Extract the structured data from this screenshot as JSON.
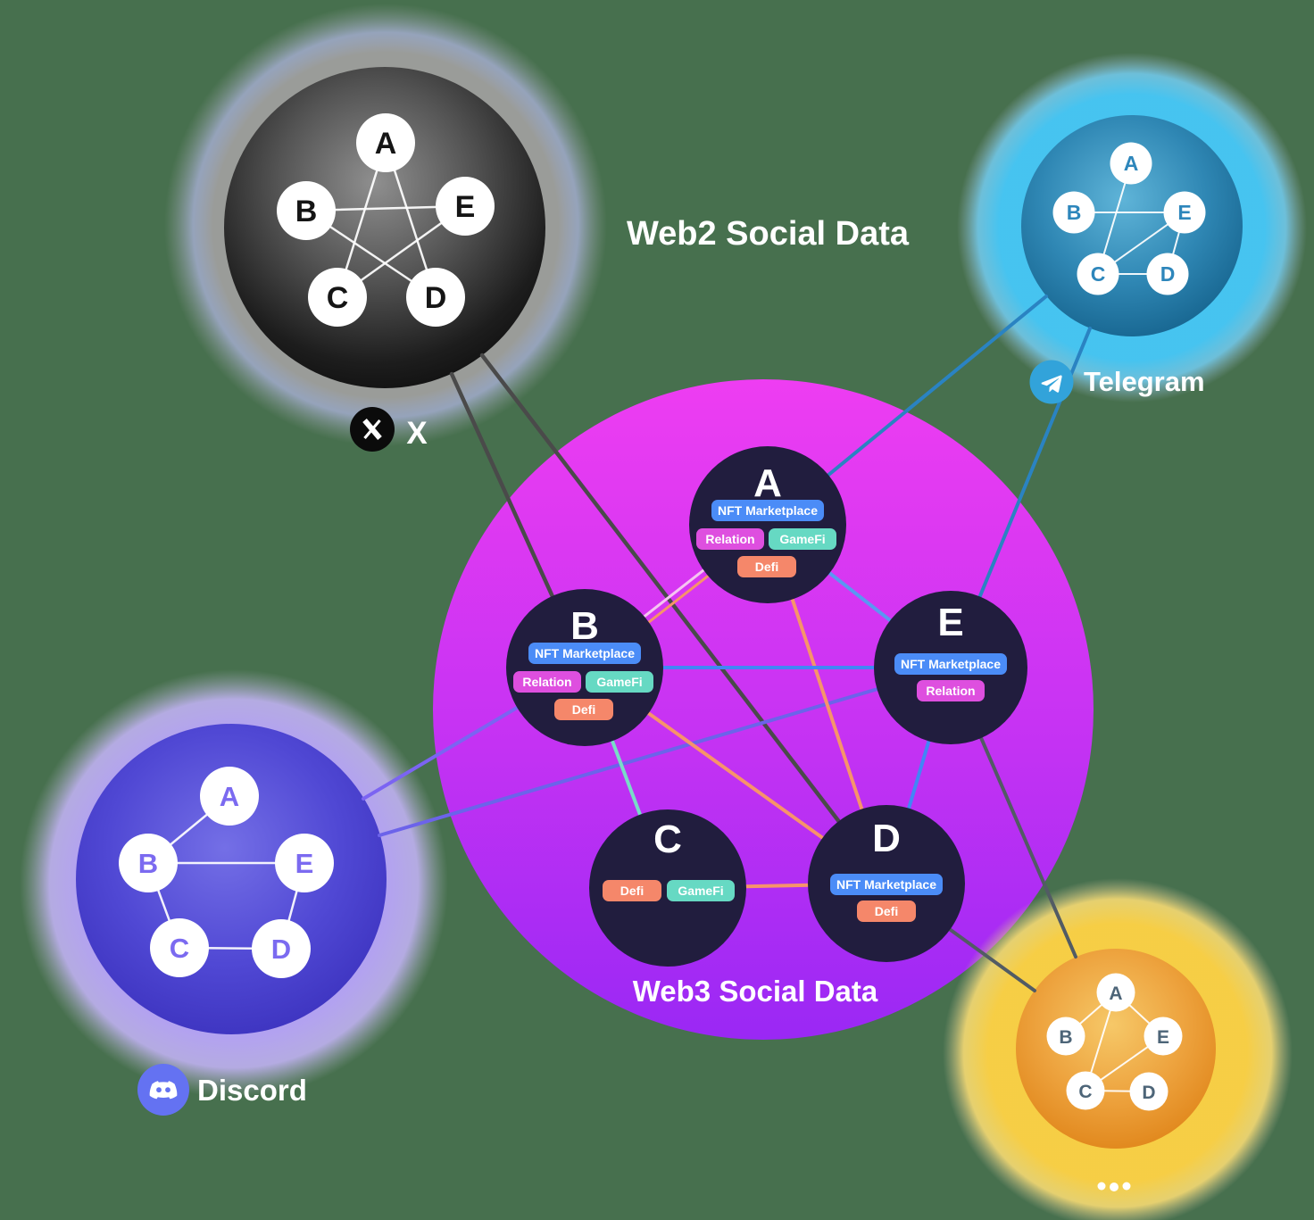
{
  "background": "#47704E",
  "titles": {
    "web2": "Web2 Social Data",
    "web3": "Web3 Social Data"
  },
  "platforms": {
    "x": {
      "name": "X",
      "icon": "x-logo-icon"
    },
    "telegram": {
      "name": "Telegram",
      "icon": "telegram-icon"
    },
    "discord": {
      "name": "Discord",
      "icon": "discord-icon"
    },
    "more": {
      "name": "...",
      "icon": "ellipsis-icon"
    }
  },
  "web2_clusters": {
    "x": {
      "nodes": {
        "a": "A",
        "b": "B",
        "c": "C",
        "d": "D",
        "e": "E"
      },
      "edges": [
        "A-C",
        "A-D",
        "B-D",
        "B-E",
        "C-E"
      ]
    },
    "telegram": {
      "nodes": {
        "a": "A",
        "b": "B",
        "c": "C",
        "d": "D",
        "e": "E"
      },
      "edges": [
        "A-C",
        "B-E",
        "C-D",
        "C-E",
        "D-E"
      ]
    },
    "discord": {
      "nodes": {
        "a": "A",
        "b": "B",
        "c": "C",
        "d": "D",
        "e": "E"
      },
      "edges": [
        "A-B",
        "B-C",
        "B-E",
        "C-D",
        "D-E"
      ]
    },
    "more": {
      "nodes": {
        "a": "A",
        "b": "B",
        "c": "C",
        "d": "D",
        "e": "E"
      },
      "edges": [
        "A-B",
        "A-C",
        "A-E",
        "C-D",
        "C-E"
      ]
    }
  },
  "web3_cluster": {
    "nodes": {
      "a": {
        "label": "A",
        "tags": {
          "nft": "NFT Marketplace",
          "relation": "Relation",
          "gamefi": "GameFi",
          "defi": "Defi"
        }
      },
      "b": {
        "label": "B",
        "tags": {
          "nft": "NFT Marketplace",
          "relation": "Relation",
          "gamefi": "GameFi",
          "defi": "Defi"
        }
      },
      "c": {
        "label": "C",
        "tags": {
          "defi": "Defi",
          "gamefi": "GameFi"
        }
      },
      "d": {
        "label": "D",
        "tags": {
          "nft": "NFT Marketplace",
          "defi": "Defi"
        }
      },
      "e": {
        "label": "E",
        "tags": {
          "nft": "NFT Marketplace",
          "relation": "Relation"
        }
      }
    },
    "edges": [
      "A-B",
      "A-D",
      "A-E",
      "B-C",
      "B-D",
      "B-E",
      "C-D",
      "D-E"
    ]
  },
  "cross_edges": [
    "X-B",
    "X-D",
    "Telegram-A",
    "Telegram-E",
    "Discord-B",
    "Discord-E",
    "More-D",
    "More-E"
  ],
  "colors": {
    "tag_nft_marketplace": "#4b8cf7",
    "tag_relation": "#de4fdf",
    "tag_gamefi": "#66d9c3",
    "tag_defi": "#f5876a",
    "web3_circle_top": "#ee3df2",
    "web3_circle_bottom": "#9a28f4",
    "web3_node": "#211d3e",
    "x_glow": "#9c9c9c",
    "telegram_glow": "#46c6f5",
    "discord_glow": "#b7a4f7",
    "more_glow": "#fcd145",
    "x_line": "#4a4a4a",
    "telegram_line": "#2a83c2",
    "discord_line": "#7b64f2",
    "more_line": "#525b64",
    "edge_blue": "#4286f5",
    "edge_salmon": "#f7936a",
    "edge_teal": "#79dcc8",
    "edge_pink": "#f6c4f1"
  }
}
